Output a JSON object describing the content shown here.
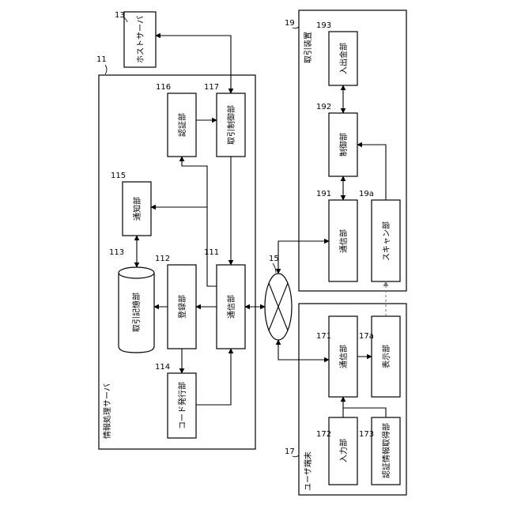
{
  "diagram": {
    "host_server": {
      "ref": "13",
      "label": "ホストサーバ"
    },
    "info_server": {
      "ref": "11",
      "label": "情報処理サーバ",
      "blocks": {
        "comm": {
          "ref": "111",
          "label": "通信部"
        },
        "register": {
          "ref": "112",
          "label": "登録部"
        },
        "storage": {
          "ref": "113",
          "label": "取引記憶部"
        },
        "code_issue": {
          "ref": "114",
          "label": "コード発行部"
        },
        "notify": {
          "ref": "115",
          "label": "通知部"
        },
        "auth": {
          "ref": "116",
          "label": "認証部"
        },
        "trans_ctrl": {
          "ref": "117",
          "label": "取引制御部"
        }
      }
    },
    "network": {
      "ref": "15"
    },
    "trade_device": {
      "ref": "19",
      "label": "取引装置",
      "blocks": {
        "comm": {
          "ref": "191",
          "label": "通信部"
        },
        "ctrl": {
          "ref": "192",
          "label": "制御部"
        },
        "cash": {
          "ref": "193",
          "label": "入出金部"
        },
        "scan": {
          "ref": "19a",
          "label": "スキャン部"
        }
      }
    },
    "user_terminal": {
      "ref": "17",
      "label": "ユーザ端末",
      "blocks": {
        "comm": {
          "ref": "171",
          "label": "通信部"
        },
        "input": {
          "ref": "172",
          "label": "入力部"
        },
        "auth_acq": {
          "ref": "173",
          "label": "認証情報取得部"
        },
        "display": {
          "ref": "17a",
          "label": "表示部"
        }
      }
    }
  }
}
